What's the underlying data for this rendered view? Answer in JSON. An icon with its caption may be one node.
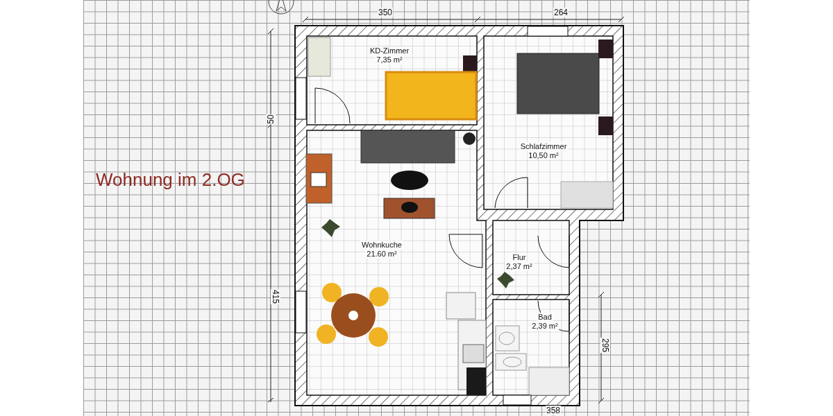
{
  "diagram": {
    "title": "Wohnung im 2.OG",
    "nodes": [
      {
        "text": [
          "KD-Zimmer",
          "7,35 m²"
        ]
      },
      {
        "text": [
          "Schlafzimmer",
          "10,50 m²"
        ]
      },
      {
        "text": [
          "Wohnkuche",
          "21.60 m²"
        ]
      },
      {
        "text": [
          "Flur",
          "2,37 m²"
        ]
      },
      {
        "text": [
          "Bad",
          "2,39 m²"
        ]
      }
    ],
    "labels": [
      "350",
      "264",
      "50",
      "415",
      "295",
      "358"
    ]
  }
}
